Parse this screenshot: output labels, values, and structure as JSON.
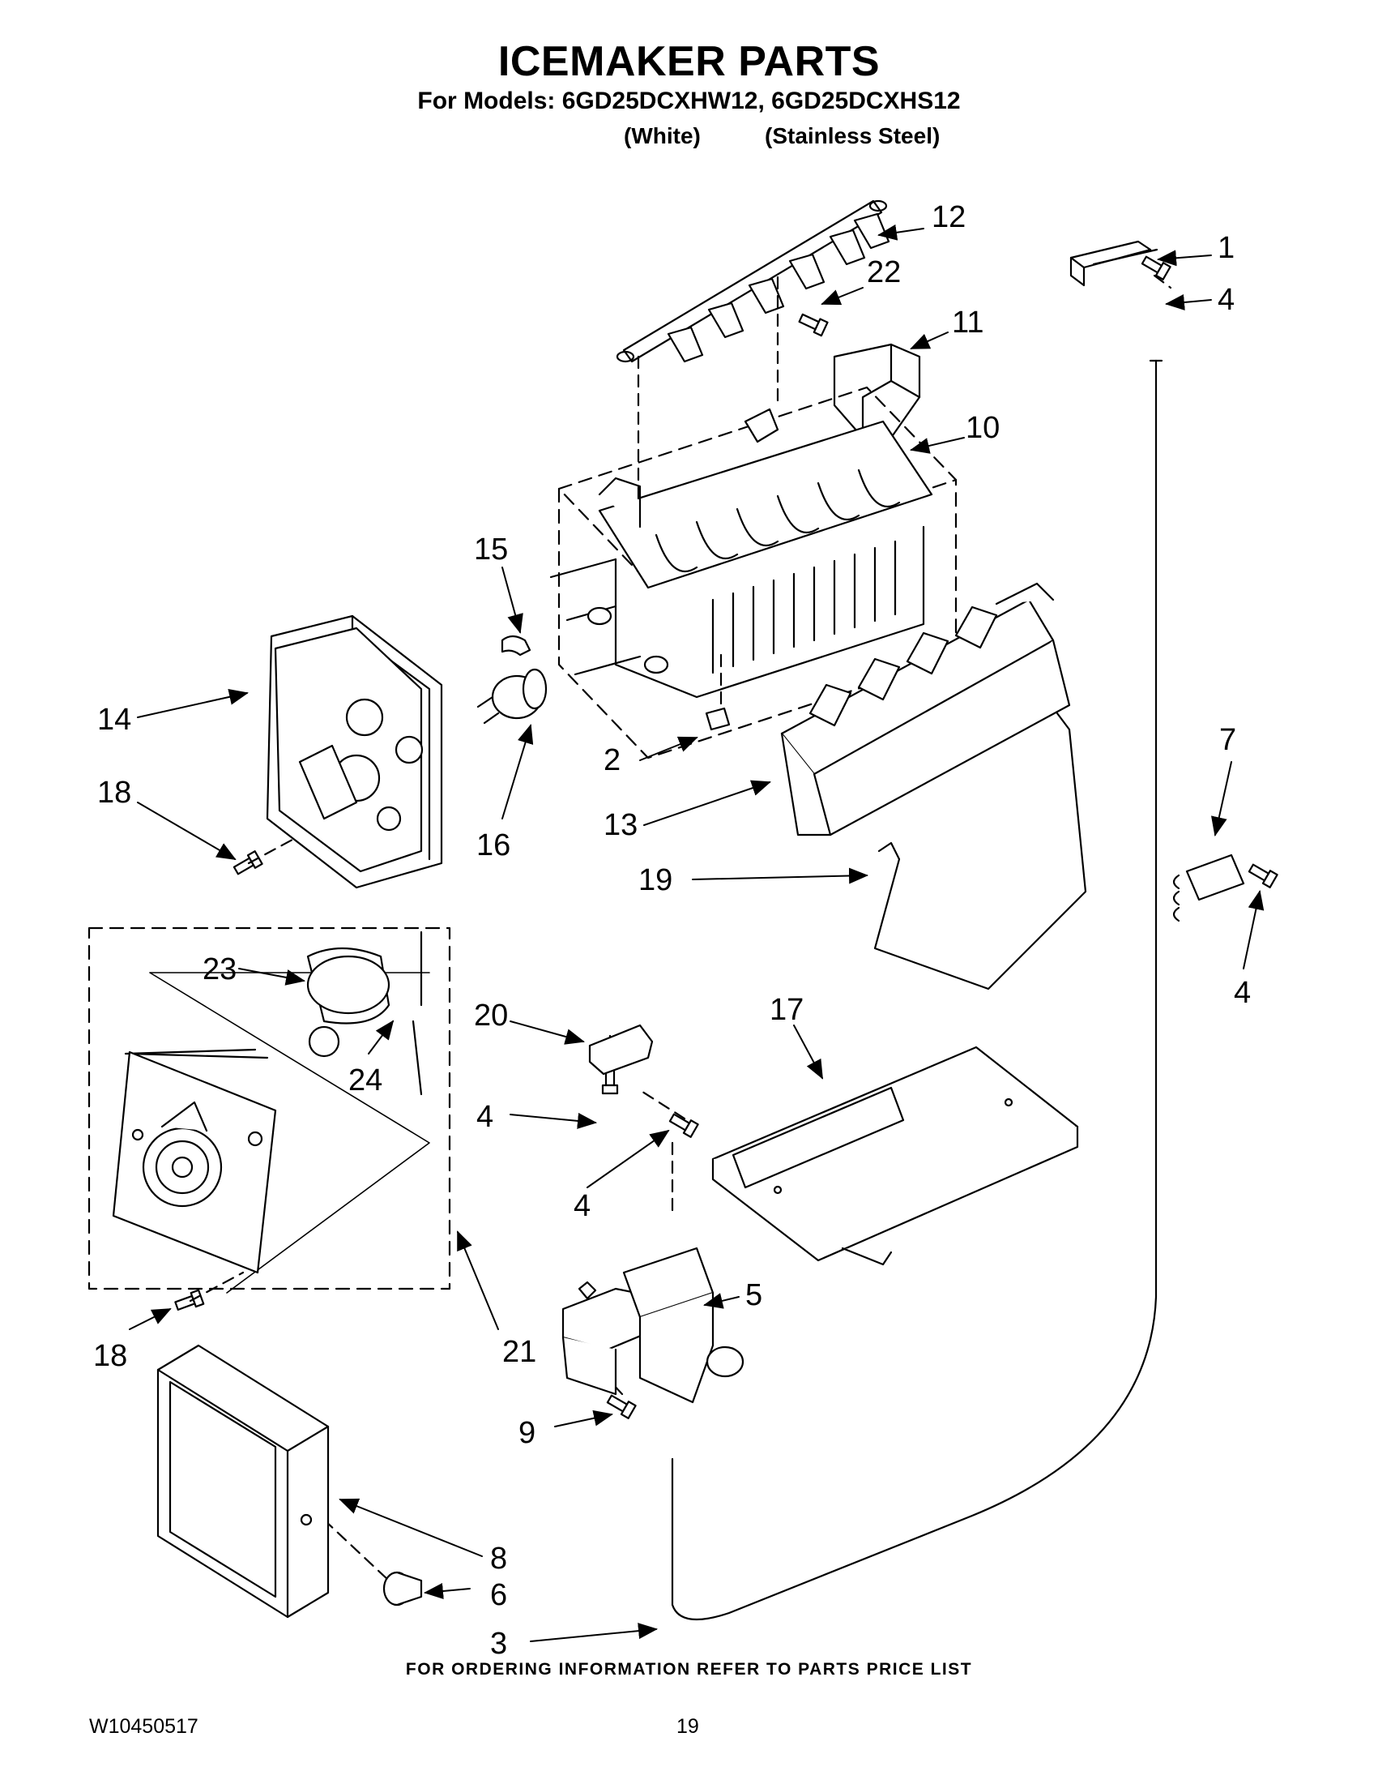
{
  "header": {
    "title": "ICEMAKER PARTS",
    "models_label": "For Models: 6GD25DCXHW12, 6GD25DCXHS12",
    "finish_white": "(White)",
    "finish_steel": "(Stainless Steel)"
  },
  "callouts": [
    "12",
    "1",
    "22",
    "4",
    "11",
    "10",
    "15",
    "14",
    "18",
    "2",
    "16",
    "13",
    "7",
    "19",
    "23",
    "24",
    "20",
    "17",
    "4",
    "4",
    "21",
    "5",
    "18",
    "9",
    "8",
    "6",
    "3",
    "4"
  ],
  "footer": {
    "ordering_note": "FOR ORDERING INFORMATION REFER TO PARTS PRICE LIST",
    "document_number": "W10450517",
    "page_number": "19"
  }
}
